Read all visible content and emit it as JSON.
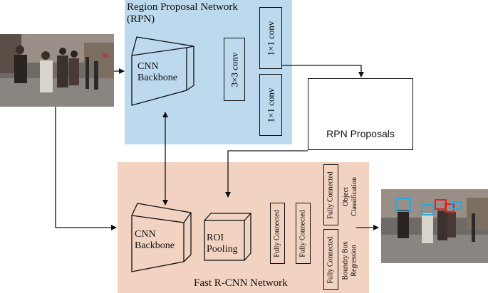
{
  "rpn": {
    "title_line1": "Region Proposal Network",
    "title_line2": "(RPN)",
    "backbone_line1": "CNN",
    "backbone_line2": "Backbone",
    "conv3x3": "3×3 conv",
    "conv1x1_top": "1×1 conv",
    "conv1x1_bottom": "1×1 conv"
  },
  "proposals": {
    "label": "RPN Proposals"
  },
  "fast_rcnn": {
    "title": "Fast R-CNN Network",
    "backbone_line1": "CNN",
    "backbone_line2": "Backbone",
    "roi_line1": "ROI",
    "roi_line2": "Pooling",
    "fc1": "Fully Connected",
    "fc2": "Fully Connected",
    "fc_class": "Fully Connected",
    "fc_reg": "Fully Connected",
    "object_classification_line1": "Object",
    "object_classification_line2": "Classification",
    "bbox_regression_line1": "Boundry Box",
    "bbox_regression_line2": "Regression"
  },
  "colors": {
    "rpn_panel": "#bcd9ee",
    "fast_rcnn_panel": "#f2d3c2",
    "proposal_cyan": "#29a8e0",
    "proposal_red": "#e02020"
  }
}
